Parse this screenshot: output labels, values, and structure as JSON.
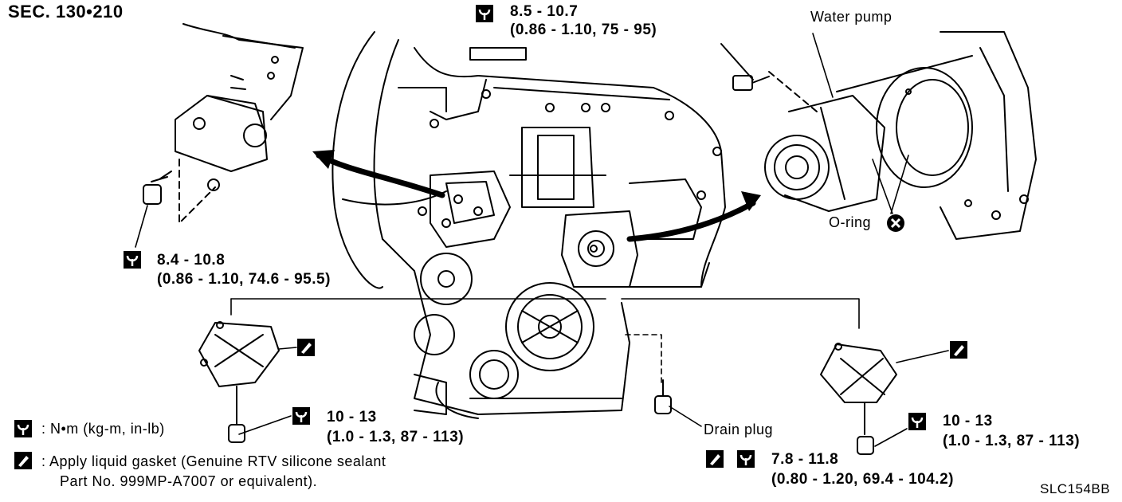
{
  "section": "SEC. 130•210",
  "figure_code": "SLC154BB",
  "labels": {
    "water_pump": "Water pump",
    "o_ring": "O-ring",
    "drain_plug": "Drain plug"
  },
  "torques": {
    "top": {
      "line1": "8.5 - 10.7",
      "line2": "(0.86 - 1.10, 75 - 95)"
    },
    "left": {
      "line1": "8.4 - 10.8",
      "line2": "(0.86 - 1.10, 74.6 - 95.5)"
    },
    "lower_left": {
      "line1": "10 - 13",
      "line2": "(1.0 - 1.3, 87 - 113)"
    },
    "lower_right": {
      "line1": "10 - 13",
      "line2": "(1.0 - 1.3, 87 - 113)"
    },
    "bottom_right": {
      "line1": "7.8 - 11.8",
      "line2": "(0.80 - 1.20, 69.4 - 104.2)"
    }
  },
  "legend": {
    "torque_symbol_text": ": N•m (kg-m, in-lb)",
    "gasket_line1": ": Apply liquid gasket (Genuine RTV silicone sealant",
    "gasket_line2": "Part No. 999MP-A7007 or equivalent)."
  },
  "icons": {
    "torque": "torque-wrench-icon",
    "gasket": "liquid-gasket-icon",
    "no_reuse": "do-not-reuse-icon"
  }
}
